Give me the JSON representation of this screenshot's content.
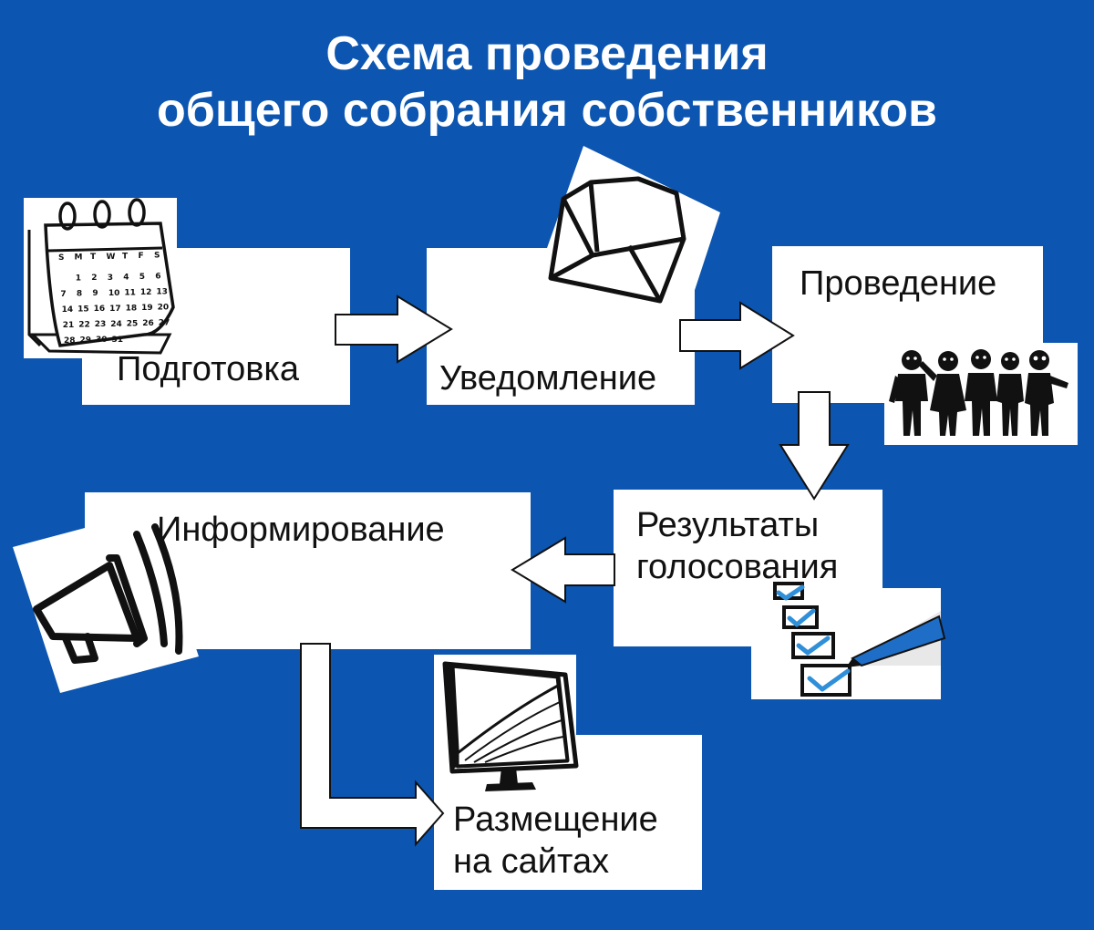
{
  "title": {
    "line1": "Схема проведения",
    "line2": "общего собрания собственников"
  },
  "steps": [
    {
      "id": "podgotovka",
      "label": "Подготовка",
      "icon": "calendar-icon"
    },
    {
      "id": "uvedomlenie",
      "label": "Уведомление",
      "icon": "envelope-icon"
    },
    {
      "id": "provedenie",
      "label": "Проведение",
      "icon": "people-icon"
    },
    {
      "id": "rezultaty",
      "label_line1": "Результаты",
      "label_line2": "голосования",
      "icon": "checklist-icon"
    },
    {
      "id": "informirovanie",
      "label": "Информирование",
      "icon": "megaphone-icon"
    },
    {
      "id": "razmeschenie",
      "label_line1": "Размещение",
      "label_line2": "на сайтах",
      "icon": "monitor-icon"
    }
  ],
  "calendar": {
    "weekdays": [
      "S",
      "M",
      "T",
      "W",
      "T",
      "F",
      "S"
    ],
    "rows": [
      [
        "",
        "",
        "",
        "",
        "",
        "",
        ""
      ],
      [
        "",
        "1",
        "2",
        "3",
        "4",
        "5",
        "6"
      ],
      [
        "7",
        "8",
        "9",
        "10",
        "11",
        "12",
        "13"
      ],
      [
        "14",
        "15",
        "16",
        "17",
        "18",
        "19",
        "20"
      ],
      [
        "21",
        "22",
        "23",
        "24",
        "25",
        "26",
        "27"
      ],
      [
        "28",
        "29",
        "30",
        "31",
        "",
        "",
        ""
      ]
    ]
  },
  "colors": {
    "background": "#0c55b0",
    "box": "#ffffff",
    "text": "#111111",
    "title": "#ffffff",
    "check": "#2f8fd8"
  }
}
